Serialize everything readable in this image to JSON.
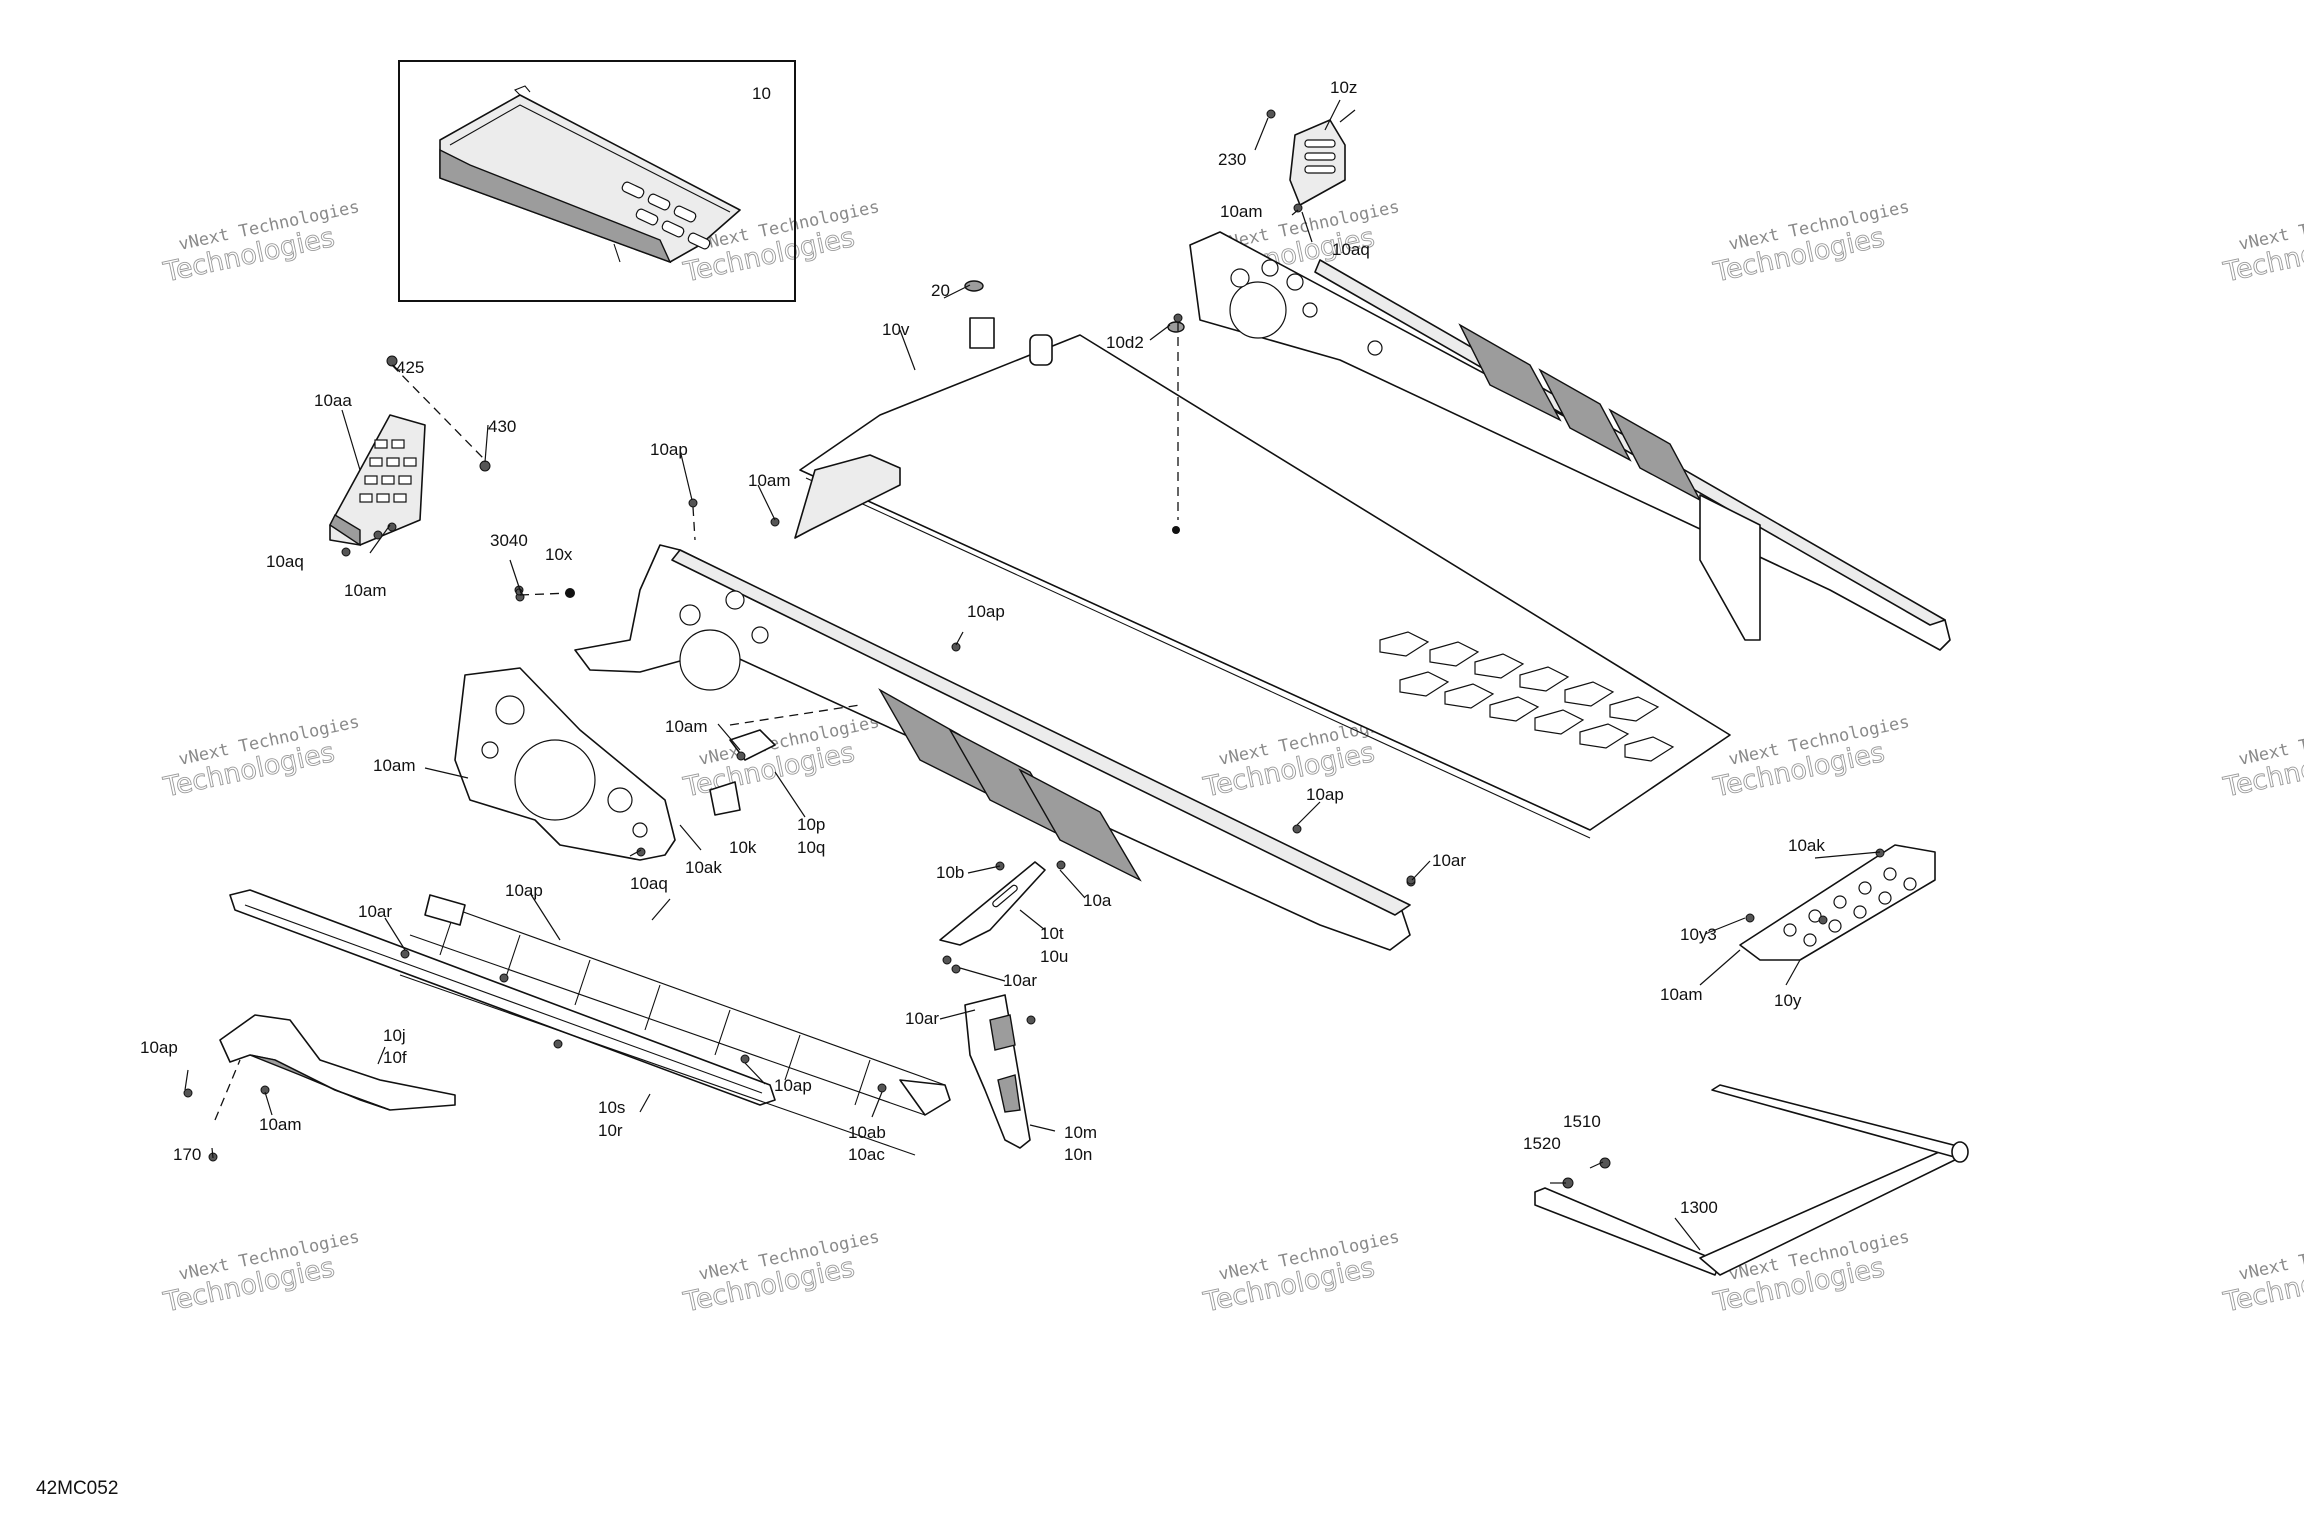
{
  "diagram_code": "42MC052",
  "watermark": {
    "line1": "vNext Technologies",
    "line2": "Technologies"
  },
  "callouts": [
    {
      "id": "c-10",
      "text": "10"
    },
    {
      "id": "c-10z",
      "text": "10z"
    },
    {
      "id": "c-230",
      "text": "230"
    },
    {
      "id": "c-10am-a",
      "text": "10am"
    },
    {
      "id": "c-10aq-a",
      "text": "10aq"
    },
    {
      "id": "c-10d2",
      "text": "10d2"
    },
    {
      "id": "c-20",
      "text": "20"
    },
    {
      "id": "c-10v",
      "text": "10v"
    },
    {
      "id": "c-425",
      "text": "425"
    },
    {
      "id": "c-10aa",
      "text": "10aa"
    },
    {
      "id": "c-430",
      "text": "430"
    },
    {
      "id": "c-10ap-a",
      "text": "10ap"
    },
    {
      "id": "c-10am-b",
      "text": "10am"
    },
    {
      "id": "c-3040",
      "text": "3040"
    },
    {
      "id": "c-10x",
      "text": "10x"
    },
    {
      "id": "c-10aq-b",
      "text": "10aq"
    },
    {
      "id": "c-10am-c",
      "text": "10am"
    },
    {
      "id": "c-10ap-b",
      "text": "10ap"
    },
    {
      "id": "c-10am-d",
      "text": "10am"
    },
    {
      "id": "c-10am-e",
      "text": "10am"
    },
    {
      "id": "c-10p",
      "text": "10p"
    },
    {
      "id": "c-10q",
      "text": "10q"
    },
    {
      "id": "c-10k",
      "text": "10k"
    },
    {
      "id": "c-10ak-a",
      "text": "10ak"
    },
    {
      "id": "c-10ap-c",
      "text": "10ap"
    },
    {
      "id": "c-10ar-a",
      "text": "10ar"
    },
    {
      "id": "c-10ak-b",
      "text": "10ak"
    },
    {
      "id": "c-10y3",
      "text": "10y3"
    },
    {
      "id": "c-10am-f",
      "text": "10am"
    },
    {
      "id": "c-10y",
      "text": "10y"
    },
    {
      "id": "c-10b",
      "text": "10b"
    },
    {
      "id": "c-10a",
      "text": "10a"
    },
    {
      "id": "c-10t",
      "text": "10t"
    },
    {
      "id": "c-10u",
      "text": "10u"
    },
    {
      "id": "c-10ar-b",
      "text": "10ar"
    },
    {
      "id": "c-10ar-c",
      "text": "10ar"
    },
    {
      "id": "c-10ap-d",
      "text": "10ap"
    },
    {
      "id": "c-10aq-c",
      "text": "10aq"
    },
    {
      "id": "c-10ar-d",
      "text": "10ar"
    },
    {
      "id": "c-10ap-e",
      "text": "10ap"
    },
    {
      "id": "c-10j",
      "text": "10j"
    },
    {
      "id": "c-10f",
      "text": "10f"
    },
    {
      "id": "c-10am-g",
      "text": "10am"
    },
    {
      "id": "c-170",
      "text": "170"
    },
    {
      "id": "c-10ap-f",
      "text": "10ap"
    },
    {
      "id": "c-10s",
      "text": "10s"
    },
    {
      "id": "c-10r",
      "text": "10r"
    },
    {
      "id": "c-10ab",
      "text": "10ab"
    },
    {
      "id": "c-10ac",
      "text": "10ac"
    },
    {
      "id": "c-10m",
      "text": "10m"
    },
    {
      "id": "c-10n",
      "text": "10n"
    },
    {
      "id": "c-1510",
      "text": "1510"
    },
    {
      "id": "c-1520",
      "text": "1520"
    },
    {
      "id": "c-1300",
      "text": "1300"
    }
  ]
}
